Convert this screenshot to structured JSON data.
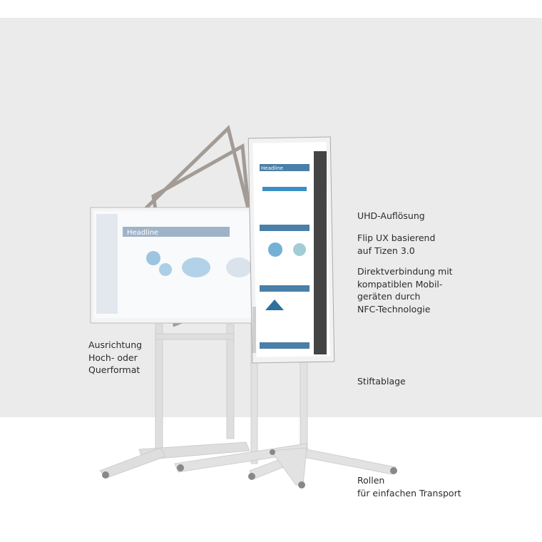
{
  "labels": {
    "uhd": [
      "UHD-Auflösung"
    ],
    "flip": [
      "Flip UX basierend",
      "auf Tizen 3.0"
    ],
    "nfc": [
      "Direktverbindung mit",
      "kompatiblen Mobil-",
      "geräten durch",
      "NFC-Technologie"
    ],
    "orientation": [
      "Ausrichtung",
      "Hoch- oder",
      "Querformat"
    ],
    "pen_tray": [
      "Stiftablage"
    ],
    "wheels": [
      "Rollen",
      "für einfachen Transport"
    ]
  },
  "screen_content": {
    "landscape_headline": "Headline",
    "portrait_headline": "Headline"
  },
  "colors": {
    "background_band": "#ebebeb",
    "floor": "#ffffff",
    "stand": "#dcdcdc",
    "accent": "#3a8fc4"
  }
}
